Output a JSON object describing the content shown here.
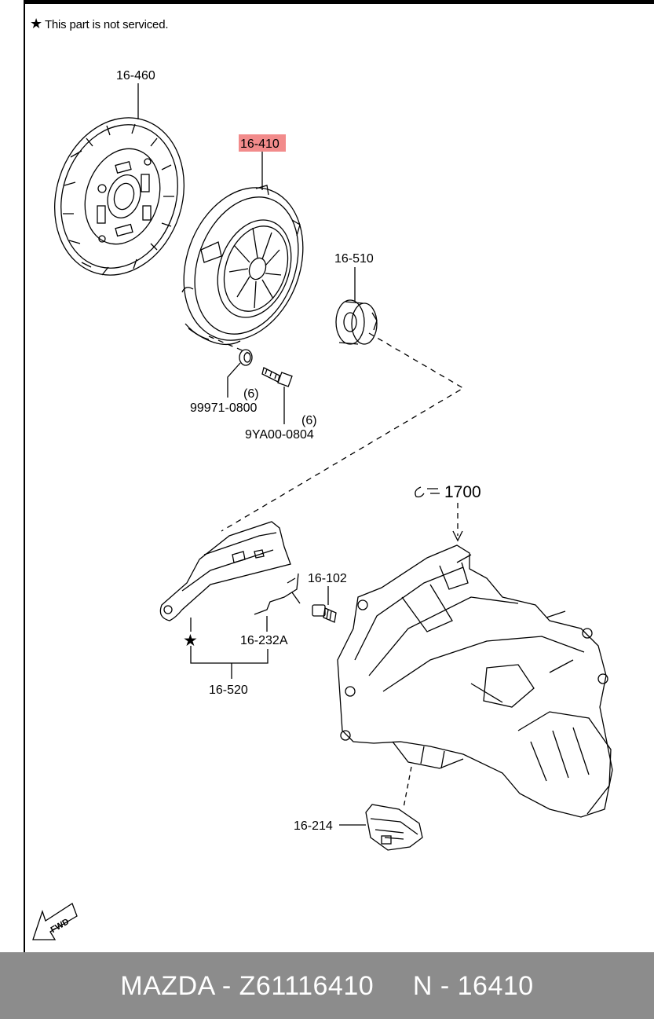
{
  "note": {
    "star": "★",
    "text": "This part is not serviced."
  },
  "labels": {
    "clutch_disc": "16-460",
    "clutch_cover": "16-410",
    "release_bearing": "16-510",
    "washer": "99971-0800",
    "washer_qty": "(6)",
    "bolt": "9YA00-0804",
    "bolt_qty": "(6)",
    "transmission_ref": "1700",
    "bolt_pivot": "16-102",
    "spring_clip": "16-232A",
    "star_mark": "★",
    "release_fork": "16-520",
    "boot": "16-214",
    "fwd": "FWD"
  },
  "highlight_color": "#f28b8b",
  "footer": {
    "text": "MAZDA - Z61116410     N - 16410"
  }
}
